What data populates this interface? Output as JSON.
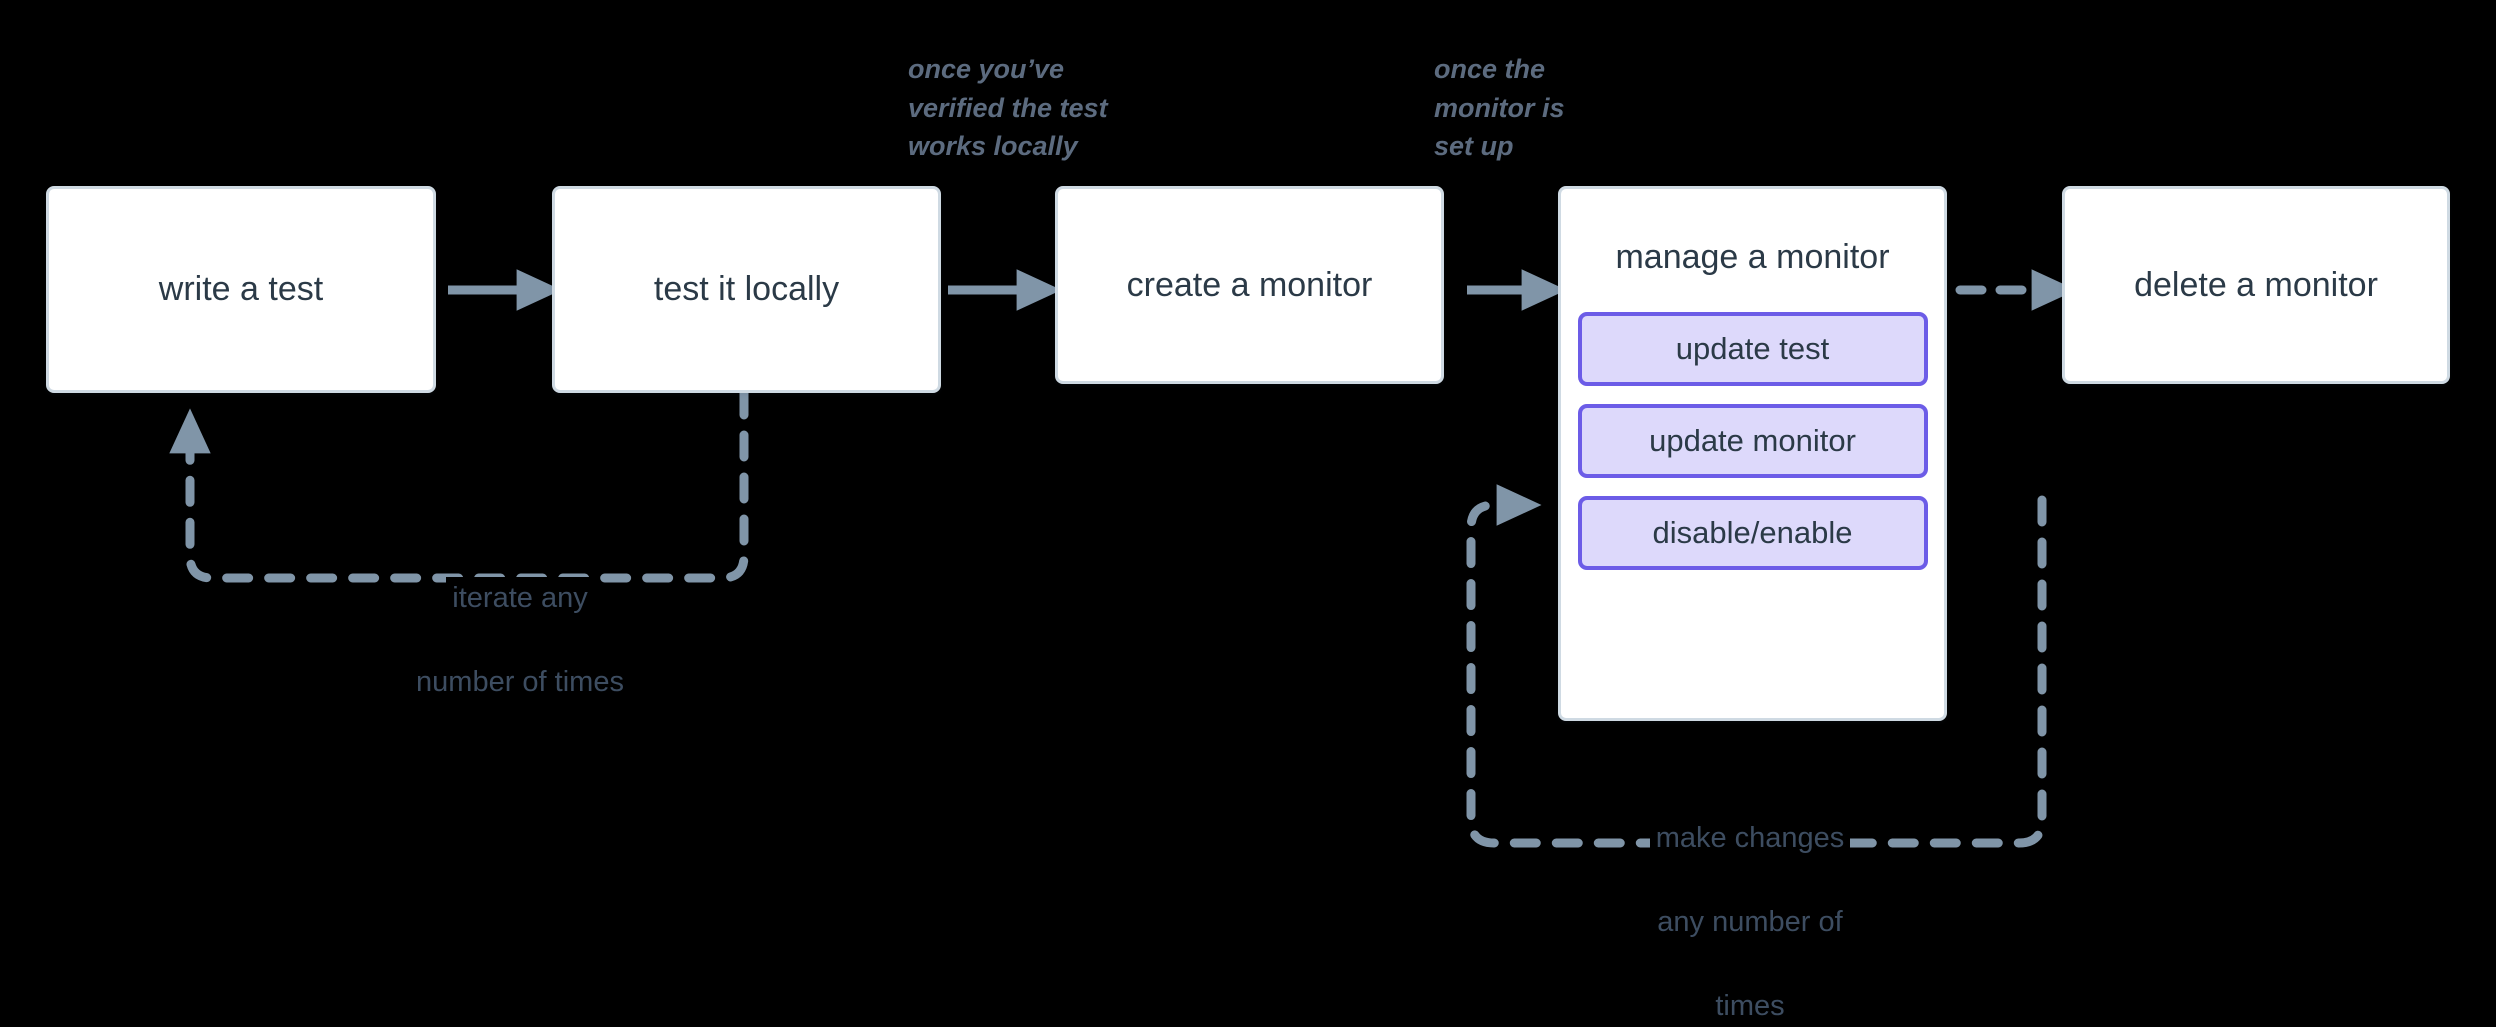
{
  "diagram": {
    "title": "monitor lifecycle flow",
    "background_color": "#000000",
    "node_fill": "#ffffff",
    "node_border": "#cfdae3",
    "node_text_color": "#2b3a47",
    "subbox_fill": "#ddd9fb",
    "subbox_border": "#6c5ce7",
    "connector_color": "#8095a8",
    "annotation_color": "#5c6b7f",
    "loop_label_color": "#3d4d61"
  },
  "nodes": [
    {
      "id": "write-a-test",
      "label": "write a test"
    },
    {
      "id": "test-it-locally",
      "label": "test it locally"
    },
    {
      "id": "create-a-monitor",
      "label": "create a monitor"
    },
    {
      "id": "manage-a-monitor",
      "label": "manage a monitor"
    },
    {
      "id": "delete-a-monitor",
      "label": "delete a monitor"
    }
  ],
  "sub_boxes": [
    {
      "id": "update-test",
      "label": "update test"
    },
    {
      "id": "update-monitor",
      "label": "update monitor"
    },
    {
      "id": "disable-enable",
      "label": "disable/enable"
    }
  ],
  "annotations": [
    {
      "id": "verified-locally",
      "text": "once you’ve\nverified the test\nworks locally"
    },
    {
      "id": "monitor-set-up",
      "text": "once the\nmonitor is\nset up"
    }
  ],
  "loop_labels": [
    {
      "id": "iterate-loop",
      "line1": "iterate any",
      "line2": "number of times",
      "line3": ""
    },
    {
      "id": "make-changes-loop",
      "line1": "make changes",
      "line2": "any number of",
      "line3": "times"
    }
  ]
}
